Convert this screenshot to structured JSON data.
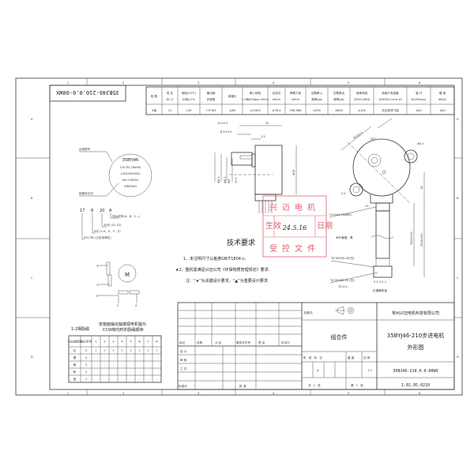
{
  "zones": {
    "columns": [
      "1",
      "2",
      "3",
      "4",
      "5",
      "6"
    ],
    "rows": [
      "A",
      "B",
      "C",
      "D"
    ]
  },
  "rotated_drawing_number": "35BJ46-210.0.0-00WX",
  "spec_table": {
    "headers": [
      [
        "相 数",
        ""
      ],
      [
        "电 压",
        "DC.V"
      ],
      [
        "电阻(25℃)",
        "Ω/相±7%"
      ],
      [
        "输出轴",
        "步距角"
      ],
      [
        "减速比",
        ""
      ],
      [
        "牵入转矩",
        "1-2相400pps mN.m"
      ],
      [
        "自定位",
        "mN.m"
      ],
      [
        "摩擦力矩",
        "mN.m"
      ],
      [
        "空载牵入",
        "频率pps"
      ],
      [
        "空载牵出",
        "频率pps"
      ],
      [
        "绝缘电阻",
        "(500V)(MΩ)"
      ],
      [
        "绝缘介电强度",
        "AC600V,1mA,1S"
      ],
      [
        "温 升",
        "K(200pps)"
      ],
      [
        "噪 音",
        "dB(A)"
      ]
    ],
    "values": [
      "4相",
      "12",
      "130",
      "7.5°/85",
      "1/85",
      "≥156.8",
      "≥78.4",
      "196-588",
      "≥500",
      "≥800",
      "≥100",
      "无击穿或飞弧",
      "≤40",
      "≤40"
    ]
  },
  "label_callout": {
    "leader_top": "出线型号",
    "leader_bottom": "制造年月日",
    "lines": [
      "35BYJ46",
      "12V DC (RoHS)",
      "13030500002",
      "No.17820A",
      "XINGMAI"
    ]
  },
  "date_code": {
    "parts": [
      "17",
      "8",
      "20",
      "A"
    ],
    "legend": [
      "流水线号(A、B、C...)",
      "20日 (01-31)",
      "8月 (1-9、X、Y、Z)",
      "2017年 (公历末两位)"
    ]
  },
  "schematic": {
    "motor_label": "M",
    "pins": [
      "3",
      "1",
      "5",
      "2",
      "4"
    ]
  },
  "wiring_table": {
    "title_left": "1-2相励磁",
    "title_right": [
      "安装面输出轴端视电机轴为",
      "CCW转向时的励磁顺序"
    ],
    "headers": [
      "引出线颜色",
      "插头序号",
      "1",
      "2",
      "3",
      "4",
      "5",
      "6",
      "7",
      "8"
    ],
    "rows": [
      [
        "红",
        "5",
        "+",
        "+",
        "+",
        "+",
        "+",
        "+",
        "+",
        "+"
      ],
      [
        "橙",
        "4",
        "-",
        "-",
        "",
        "",
        "",
        "",
        "",
        "-"
      ],
      [
        "黄",
        "3",
        "",
        "-",
        "-",
        "-",
        "",
        "",
        "",
        ""
      ],
      [
        "粉",
        "2",
        "",
        "",
        "",
        "-",
        "-",
        "-",
        "",
        ""
      ],
      [
        "蓝",
        "1",
        "",
        "",
        "",
        "",
        "",
        "-",
        "-",
        "-"
      ]
    ]
  },
  "side_view_dims": [
    "11±0.3",
    "8.5±0.2",
    "1.5",
    "31",
    "Φ35",
    "Φ6.2",
    "Φ6.1",
    "Φ3",
    "3+1"
  ],
  "front_view_dims": [
    "42±0.3",
    "30°",
    "Φ4.1",
    "19",
    "2.2",
    "23",
    "1500±20",
    "2500±50"
  ],
  "front_view_labels": [
    "UL1061 26AWG",
    "ΦPE套管、黑",
    "TJC3S050-05(白)",
    "TJC3S060-05 (白)",
    "TJC3-5",
    "5 4 3 2 1",
    "红橙黄粉蓝"
  ],
  "stamp": {
    "top": "兴迈电机",
    "left": "生效",
    "date": "24.5.16",
    "right": "日期",
    "bottom": "受控文件"
  },
  "tech_requirements": {
    "title": "技术要求",
    "items": [
      "1、未注明尺寸公差按GB/T1804-c;",
      "★2、整机需满足兴迈公司《环保物质管理规定》要求.",
      "注：“★”为关键设计要求，“▲”为重要设计要求."
    ]
  },
  "title_block": {
    "revision_headers": [
      "标记",
      "处数",
      "分 区",
      "更改文件号",
      "签 名",
      "年月日"
    ],
    "roles": [
      "设 计",
      "审 核",
      "工 艺",
      "标准化"
    ],
    "approve": "批 准",
    "projection_label": "投影法",
    "assembly": "组合件",
    "stage_headers": [
      "阶 段 标 记",
      "重 量",
      "比 例"
    ],
    "stage_mark": "A",
    "scale": "1:1",
    "sheets_total": "共 1 张",
    "sheet_no": "第 1 张",
    "company": "常州兴迈电机科技有限公司",
    "drawing_title": [
      "35BYJ46-210步进电机",
      "外形图"
    ],
    "drawing_number": "35BJ46-210.0.0-00WX",
    "code": "1.01.05.0210"
  },
  "colors": {
    "line": "#333333",
    "stamp": "#e06070",
    "paper": "#ffffff"
  }
}
